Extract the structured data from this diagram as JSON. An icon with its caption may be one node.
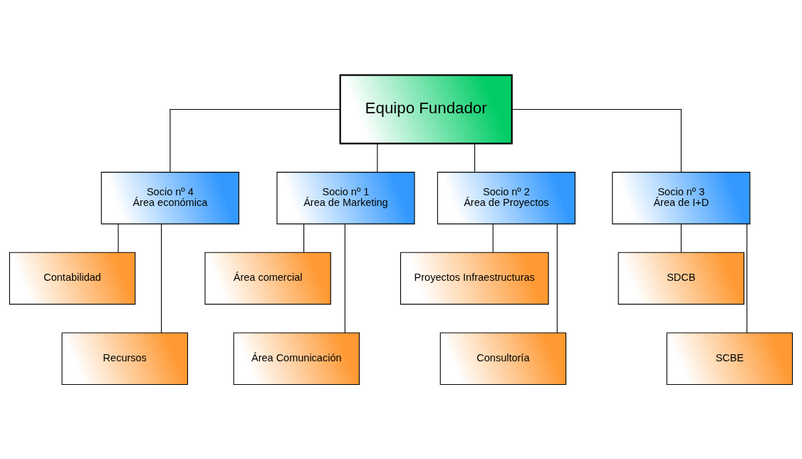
{
  "diagram": {
    "nodes": [
      {
        "text": [
          "Equipo Fundador"
        ]
      },
      {
        "text": [
          "Socio nº 4",
          "Área económica"
        ]
      },
      {
        "text": [
          "Socio nº 1",
          "Área de Marketing"
        ]
      },
      {
        "text": [
          "Socio nº 2",
          "Área de Proyectos"
        ]
      },
      {
        "text": [
          "Socio nº 3",
          "Área de I+D"
        ]
      },
      {
        "text": [
          "Contabilidad"
        ]
      },
      {
        "text": [
          "Recursos"
        ]
      },
      {
        "text": [
          "Área comercial"
        ]
      },
      {
        "text": [
          "Área Comunicación"
        ]
      },
      {
        "text": [
          "Proyectos Infraestructuras"
        ]
      },
      {
        "text": [
          "Consultoría"
        ]
      },
      {
        "text": [
          "SDCB"
        ]
      },
      {
        "text": [
          "SCBE"
        ]
      }
    ],
    "edges": [
      {
        "from": 0,
        "to": 1,
        "arrow": "none"
      },
      {
        "from": 0,
        "to": 2,
        "arrow": "none"
      },
      {
        "from": 0,
        "to": 3,
        "arrow": "none"
      },
      {
        "from": 0,
        "to": 4,
        "arrow": "none"
      },
      {
        "from": 1,
        "to": 5,
        "arrow": "none"
      },
      {
        "from": 1,
        "to": 6,
        "arrow": "none"
      },
      {
        "from": 2,
        "to": 7,
        "arrow": "none"
      },
      {
        "from": 2,
        "to": 8,
        "arrow": "none"
      },
      {
        "from": 3,
        "to": 9,
        "arrow": "none"
      },
      {
        "from": 3,
        "to": 10,
        "arrow": "none"
      },
      {
        "from": 4,
        "to": 11,
        "arrow": "none"
      },
      {
        "from": 4,
        "to": 12,
        "arrow": "none"
      }
    ]
  }
}
